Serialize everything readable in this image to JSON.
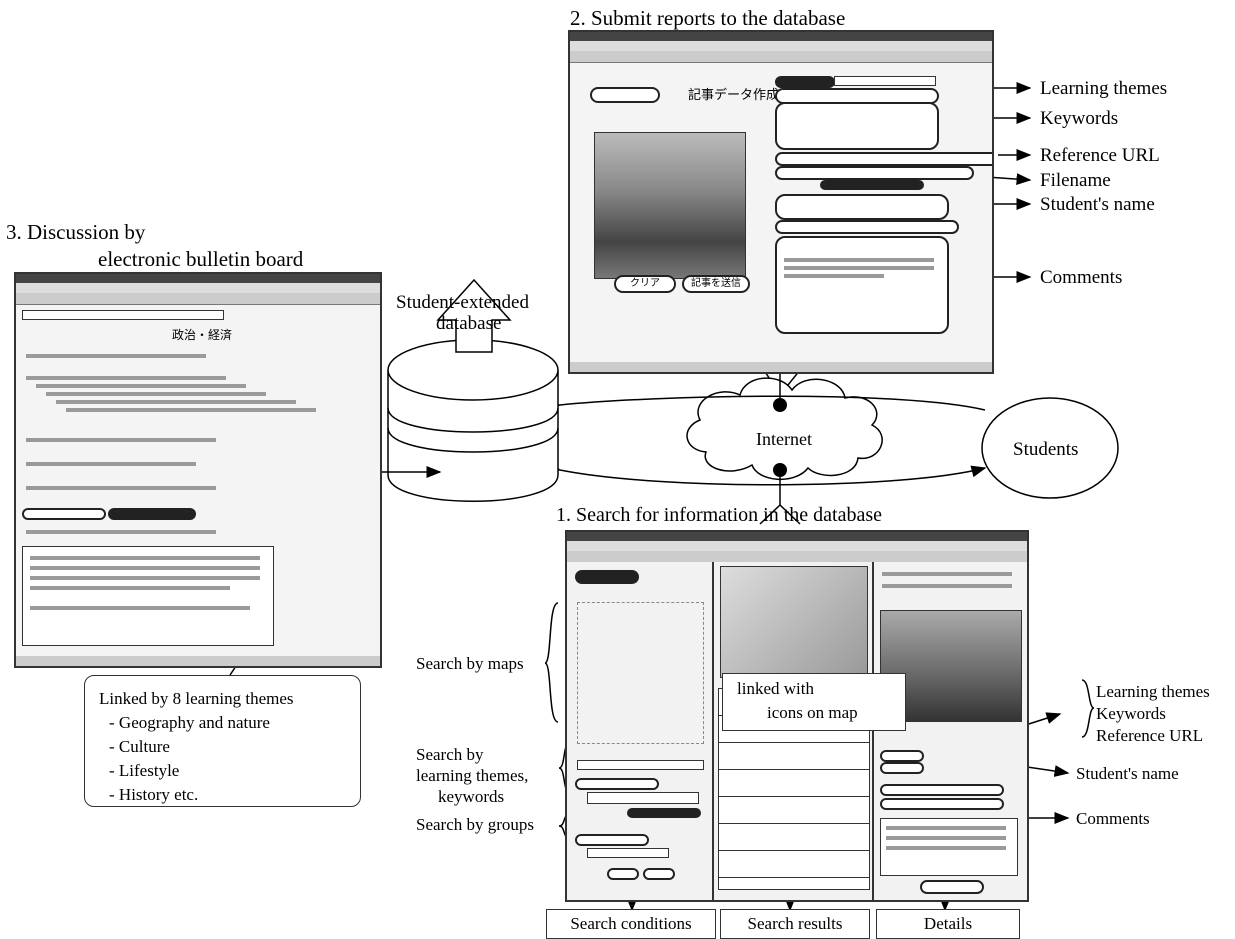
{
  "titles": {
    "submit": "2. Submit reports to the database",
    "discussion_line1": "3. Discussion by",
    "discussion_line2": "electronic bulletin board",
    "search": "1. Search for information in the database"
  },
  "submit_labels": {
    "learning_themes": "Learning themes",
    "keywords": "Keywords",
    "reference_url": "Reference URL",
    "filename": "Filename",
    "students_name": "Student's name",
    "comments": "Comments"
  },
  "database": {
    "line1": "Student-extended",
    "line2": "database"
  },
  "network": {
    "internet": "Internet",
    "students": "Students"
  },
  "bbs_page_title": "政治・経済",
  "submit_page_title": "記事データ作成",
  "submit_buttons": {
    "clear": "クリア",
    "send": "記事を送信"
  },
  "linked_box": {
    "heading": "Linked by 8 learning themes",
    "items": [
      "- Geography and nature",
      "- Culture",
      "- Lifestyle",
      "- History   etc."
    ]
  },
  "search_labels": {
    "by_maps": "Search by maps",
    "by_themes_line1": "Search by",
    "by_themes_line2": "learning themes,",
    "by_themes_line3": "keywords",
    "by_groups": "Search by groups"
  },
  "linked_icons": {
    "line1": "linked with",
    "line2": "icons on map"
  },
  "details_labels": {
    "learning_themes": "Learning themes",
    "keywords": "Keywords",
    "reference_url": "Reference URL",
    "students_name": "Student's name",
    "comments": "Comments"
  },
  "panel_labels": {
    "conditions": "Search conditions",
    "results": "Search results",
    "details": "Details"
  }
}
